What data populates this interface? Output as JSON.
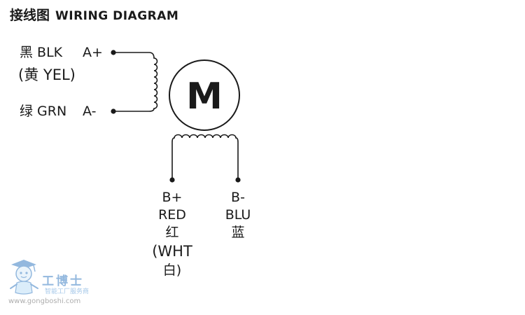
{
  "title": {
    "cn": "接线图",
    "en": "WIRING DIAGRAM"
  },
  "motor_label": "M",
  "coil_a": {
    "top_wire": {
      "color_label": "黑 BLK",
      "alt_label": "(黄 YEL)",
      "terminal": "A+"
    },
    "bottom_wire": {
      "color_label": "绿 GRN",
      "terminal": "A-"
    }
  },
  "coil_b": {
    "left_wire": {
      "terminal": "B+",
      "color_label": "RED",
      "color_label_cn": "红",
      "alt_label": "(WHT",
      "alt_label_cn": "白)"
    },
    "right_wire": {
      "terminal": "B-",
      "color_label": "BLU",
      "color_label_cn": "蓝"
    }
  },
  "watermark": {
    "brand": "工博士",
    "slogan": "智能工厂服务商",
    "url": "www.gongboshi.com"
  },
  "colors": {
    "line": "#1a1a1a",
    "text": "#1a1a1a",
    "watermark_blue": "#3b7fc4"
  }
}
